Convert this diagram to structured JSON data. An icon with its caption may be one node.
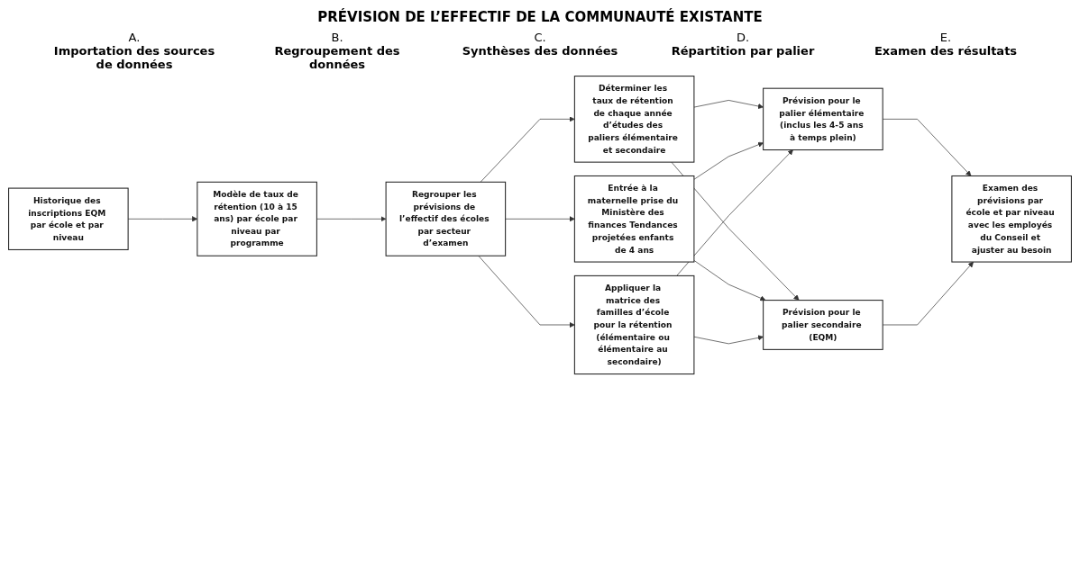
{
  "diagram": {
    "title": "PRÉVISION DE L’EFFECTIF DE LA COMMUNAUTÉ EXISTANTE",
    "nodes": [
      {
        "text": [
          "Historique des inscriptions EQM par école et par niveau"
        ]
      },
      {
        "text": [
          "Modèle de taux de rétention (10 à 15 ans) par école par niveau par programme"
        ]
      },
      {
        "text": [
          "Regrouper les prévisions de l’effectif des écoles par secteur d’examen"
        ]
      },
      {
        "text": [
          "Déterminer les taux de rétention de chaque année d’études des paliers élémentaire et secondaire"
        ]
      },
      {
        "text": [
          "Entrée à la maternelle prise du Ministère des finances Tendances projetées enfants de 4 ans"
        ]
      },
      {
        "text": [
          "Appliquer la matrice des familles d’école pour la rétention (élémentaire ou élémentaire au secondaire)"
        ]
      },
      {
        "text": [
          "Prévision pour le palier élémentaire (inclus les 4-5 ans à temps plein)"
        ]
      },
      {
        "text": [
          "Prévision pour le palier secondaire (EQM)"
        ]
      },
      {
        "text": [
          "Examen des prévisions par école et par niveau avec les employés du Conseil et ajuster au besoin"
        ]
      }
    ],
    "edges": [
      {
        "from": 0,
        "to": 1,
        "arrow": "to"
      },
      {
        "from": 1,
        "to": 2,
        "arrow": "to"
      },
      {
        "from": 2,
        "to": 3,
        "arrow": "to"
      },
      {
        "from": 2,
        "to": 4,
        "arrow": "to"
      },
      {
        "from": 2,
        "to": 5,
        "arrow": "to"
      },
      {
        "from": 3,
        "to": 6,
        "arrow": "to"
      },
      {
        "from": 3,
        "to": 7,
        "arrow": "to"
      },
      {
        "from": 4,
        "to": 6,
        "arrow": "to"
      },
      {
        "from": 4,
        "to": 7,
        "arrow": "to"
      },
      {
        "from": 5,
        "to": 6,
        "arrow": "to"
      },
      {
        "from": 5,
        "to": 7,
        "arrow": "to"
      },
      {
        "from": 6,
        "to": 8,
        "arrow": "to"
      },
      {
        "from": 7,
        "to": 8,
        "arrow": "to"
      }
    ],
    "labels": [
      "A.",
      "Importation des sources de données",
      "B.",
      "Regroupement des données",
      "C.",
      "Synthèses des données",
      "D.",
      "Répartition par palier",
      "E.",
      "Examen des résultats"
    ]
  }
}
